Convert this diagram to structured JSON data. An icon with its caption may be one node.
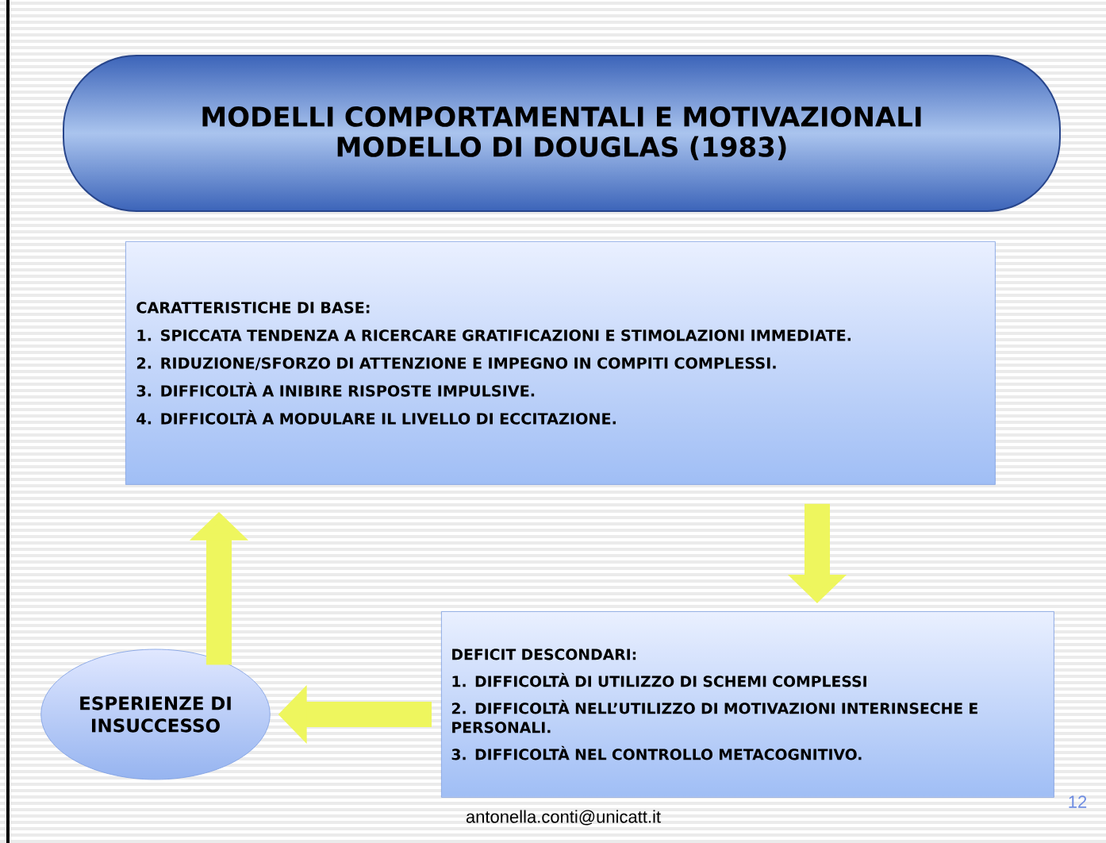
{
  "diagram": {
    "nodes": [
      {
        "text": [
          "MODELLI COMPORTAMENTALI E MOTIVAZIONALI",
          "MODELLO DI DOUGLAS (1983)"
        ]
      },
      {
        "text": [
          "CARATTERISTICHE DI BASE:",
          "1. SPICCATA TENDENZA A RICERCARE GRATIFICAZIONI E STIMOLAZIONI IMMEDIATE.",
          "2. RIDUZIONE/SFORZO DI ATTENZIONE E IMPEGNO IN COMPITI COMPLESSI.",
          "3. DIFFICOLTÀ A INIBIRE RISPOSTE IMPULSIVE.",
          "4. DIFFICOLTÀ A MODULARE IL LIVELLO DI ECCITAZIONE."
        ]
      },
      {
        "text": [
          "DEFICIT DESCONDARI:",
          "1. DIFFICOLTÀ DI UTILIZZO DI SCHEMI COMPLESSI",
          "2. DIFFICOLTÀ NELL’UTILIZZO DI MOTIVAZIONI INTERINSECHE E PERSONALI.",
          "3. DIFFICOLTÀ NEL CONTROLLO METACOGNITIVO."
        ]
      },
      {
        "text": [
          "ESPERIENZE DI INSUCCESSO"
        ]
      }
    ],
    "edges": [
      {
        "from": 1,
        "to": 2,
        "arrow": "to"
      },
      {
        "from": 2,
        "to": 3,
        "arrow": "to"
      },
      {
        "from": 3,
        "to": 1,
        "arrow": "to"
      }
    ],
    "labels": [
      "antonella.conti@unicatt.it",
      "12"
    ]
  }
}
